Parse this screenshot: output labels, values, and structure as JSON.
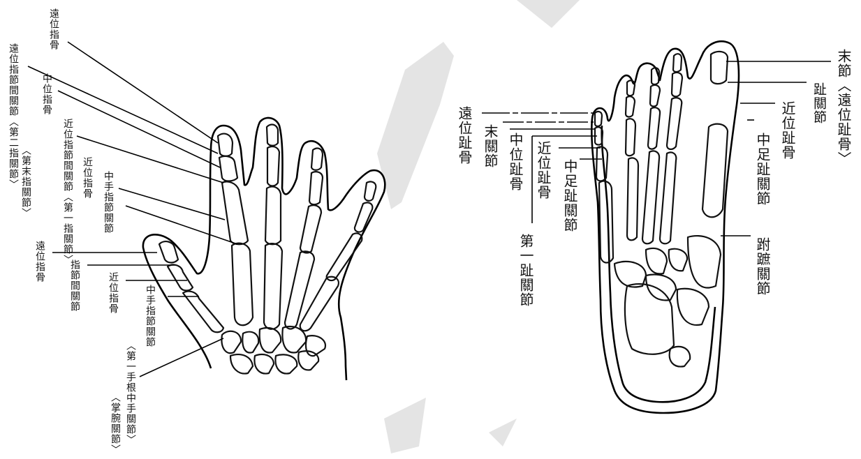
{
  "colors": {
    "ink": "#111111",
    "watermark": "#e4e4e4",
    "background": "#ffffff"
  },
  "hand": {
    "labels": {
      "distal_phalanx_top": "遠位指骨",
      "dip_joint": "遠位指節間關節〈第二指關節〉",
      "dip_joint_alt": "〈第末指關節〉",
      "middle_phalanx": "中位指骨",
      "pip_joint": "近位指節間關節〈第一指關節〉",
      "proximal_phalanx": "近位指骨",
      "mcp_joint": "中手指節關節",
      "thumb_distal_phalanx": "遠位指骨",
      "thumb_ip_joint": "指節間關節",
      "thumb_proximal_phalanx": "近位指骨",
      "thumb_mcp_joint": "中手指節關節",
      "cmc_joint": "〈第一手根中手關節〉",
      "cmc_joint_sub": "〈掌腕關節〉"
    }
  },
  "foot": {
    "labels": {
      "distal_phalanx": "遠位趾骨",
      "terminal_joint": "末關節",
      "middle_phalanx": "中位趾骨",
      "proximal_phalanx": "近位趾骨",
      "first_mtp_joint": "第一趾關節",
      "mtp_joint": "中足趾關節",
      "terminal_joint_right": "末節〈遠位趾骨〉",
      "toe_joint": "趾關節",
      "proximal_phalanx_right": "近位趾骨",
      "mtp_joint_right": "中足趾關節",
      "tmt_joint": "跗蹠關節"
    }
  }
}
